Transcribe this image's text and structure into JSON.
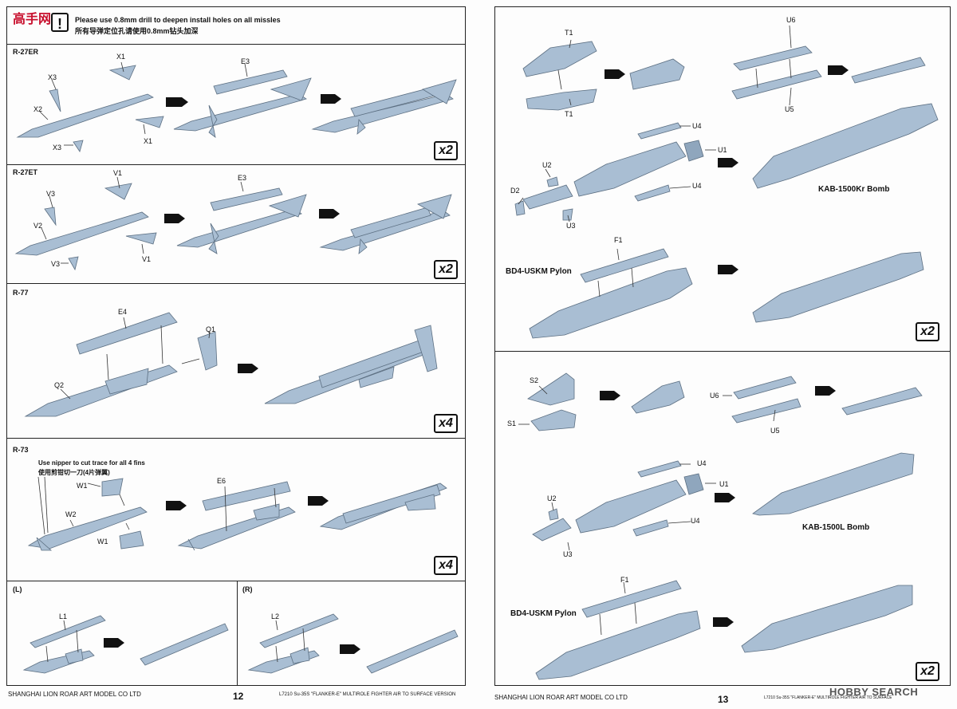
{
  "left_page": {
    "note_en": "Please use 0.8mm drill to deepen install holes on all missles",
    "note_cn": "所有导弹定位孔请使用0.8mm钻头加深",
    "logo_text": "高手网",
    "sections": {
      "r27er": {
        "title": "R-27ER",
        "labels": [
          "X1",
          "X3",
          "X2",
          "X3",
          "X1",
          "E3"
        ],
        "multiplier": "x2"
      },
      "r27et": {
        "title": "R-27ET",
        "labels": [
          "V1",
          "V3",
          "V2",
          "V3",
          "V1",
          "E3"
        ],
        "multiplier": "x2"
      },
      "r77": {
        "title": "R-77",
        "labels": [
          "E4",
          "Q1",
          "Q2"
        ],
        "multiplier": "x4"
      },
      "r73": {
        "title": "R-73",
        "note_en": "Use nipper to cut trace for all 4 fins",
        "note_cn": "使用剪钳切一刀(4片弹翼)",
        "labels": [
          "W1",
          "W2",
          "W1",
          "E6"
        ],
        "multiplier": "x4"
      },
      "left_pod": {
        "title": "(L)",
        "label": "L1"
      },
      "right_pod": {
        "title": "(R)",
        "label": "L2"
      }
    },
    "footer_company": "SHANGHAI LION ROAR ART MODEL CO LTD",
    "page_number": "12",
    "footer_product": "L7210 Su-35S \"FLANKER-E\" MULTIROLE FIGHTER AIR TO SURFACE VERSION"
  },
  "right_page": {
    "top_section": {
      "labels": [
        "T1",
        "T1",
        "U6",
        "U5",
        "U4",
        "U1",
        "U2",
        "D2",
        "U4",
        "U3",
        "F1"
      ],
      "bomb_name": "KAB-1500Kr Bomb",
      "pylon_name": "BD4-USKM Pylon",
      "multiplier": "x2"
    },
    "bottom_section": {
      "labels": [
        "S2",
        "S1",
        "U6",
        "U5",
        "U4",
        "U1",
        "U2",
        "U4",
        "U3",
        "F1"
      ],
      "bomb_name": "KAB-1500L Bomb",
      "pylon_name": "BD4-USKM Pylon",
      "multiplier": "x2"
    },
    "footer_company": "SHANGHAI LION ROAR ART MODEL CO LTD",
    "page_number": "13",
    "footer_product": "L7210 Su-35S \"FLANKER-E\" MULTIROLE FIGHTER AIR TO SURFACE VERSION",
    "watermark": "HOBBY SEARCH"
  }
}
